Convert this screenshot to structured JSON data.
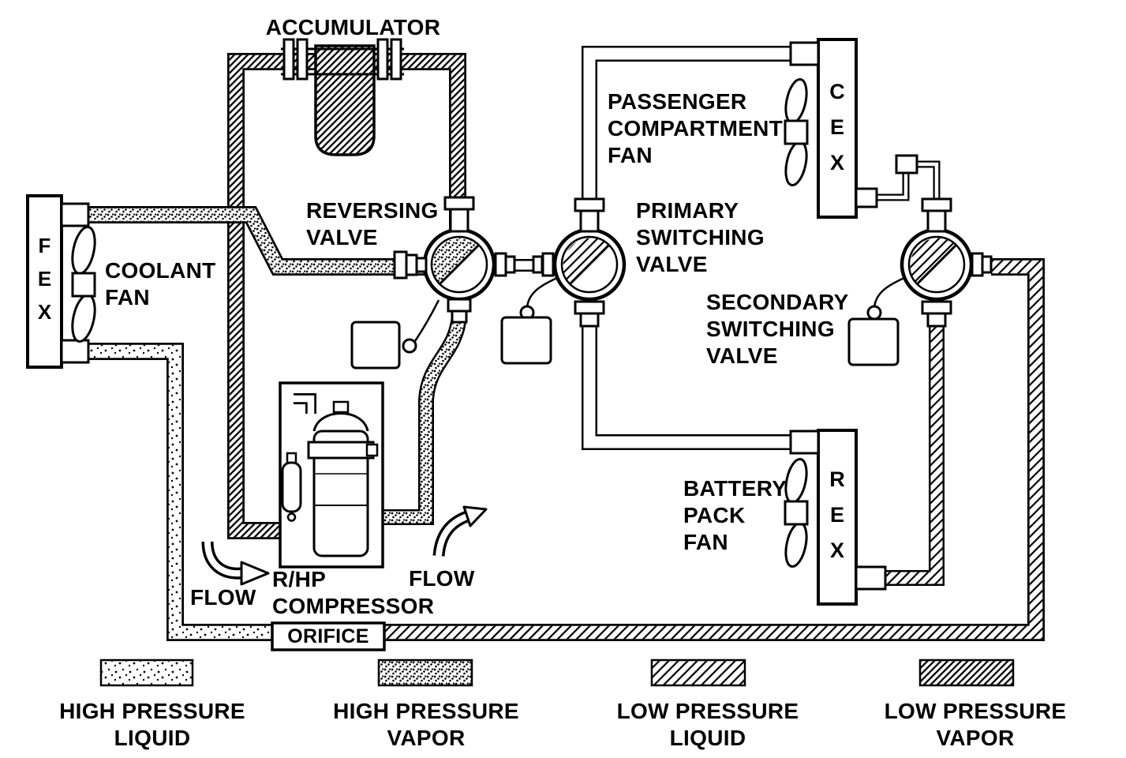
{
  "diagram": {
    "labels": {
      "accumulator": "ACCUMULATOR",
      "reversing_valve": "REVERSING\nVALVE",
      "coolant_fan": "COOLANT\nFAN",
      "passenger_fan": "PASSENGER\nCOMPARTMENT\nFAN",
      "primary_valve": "PRIMARY\nSWITCHING\nVALVE",
      "secondary_valve": "SECONDARY\nSWITCHING\nVALVE",
      "battery_fan": "BATTERY\nPACK\nFAN",
      "compressor": "R/HP\nCOMPRESSOR",
      "flow_left": "FLOW",
      "flow_right": "FLOW",
      "orifice": "ORIFICE"
    },
    "components": {
      "fex": {
        "letters": "F\nE\nX"
      },
      "cex": {
        "letters": "C\nE\nX"
      },
      "rex": {
        "letters": "R\nE\nX"
      }
    },
    "legend": {
      "items": [
        {
          "label": "HIGH PRESSURE LIQUID",
          "pattern": "dots-sparse"
        },
        {
          "label": "HIGH PRESSURE VAPOR",
          "pattern": "dots-dense"
        },
        {
          "label": "LOW PRESSURE LIQUID",
          "pattern": "hatch-sparse"
        },
        {
          "label": "LOW PRESSURE VAPOR",
          "pattern": "hatch-dense"
        }
      ]
    },
    "colors": {
      "line": "#000000",
      "background": "#ffffff"
    }
  }
}
